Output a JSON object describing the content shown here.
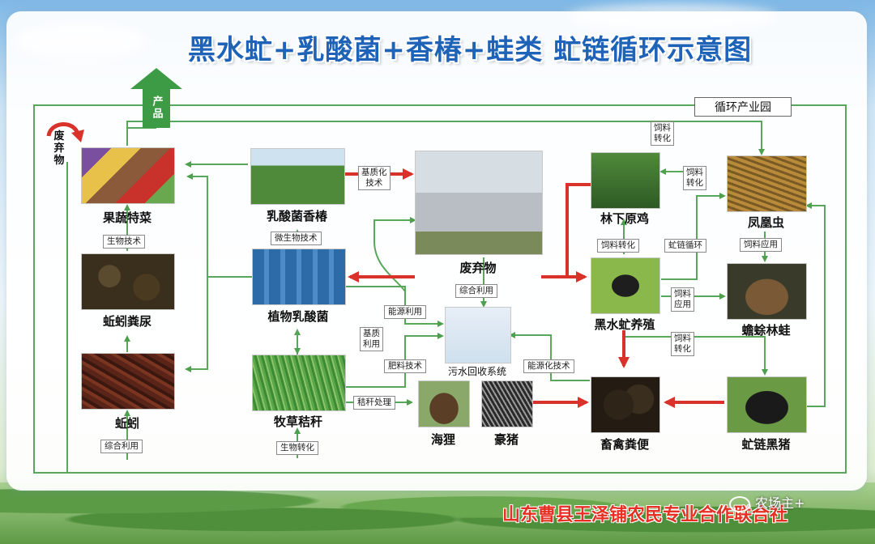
{
  "title": "黑水虻+乳酸菌+香椿+蛙类 虻链循环示意图",
  "product_label": "产品",
  "waste_label": "废弃物",
  "park_label": "循环产业园",
  "footer": "山东曹县王泽铺农民专业合作联合社",
  "watermark": "农场主+",
  "nodes": {
    "fruit": "果蔬特菜",
    "earthworm_manure": "蚯蚓粪尿",
    "earthworm": "蚯蚓",
    "toona": "乳酸菌香椿",
    "lactobacillus": "植物乳酸菌",
    "straw": "牧草秸秆",
    "waste": "废弃物",
    "sewage": "污水回收系统",
    "beaver": "海狸",
    "porcupine": "豪猪",
    "manure": "畜禽粪便",
    "chicken": "林下原鸡",
    "bsf": "黑水虻养殖",
    "mealworm": "凤凰虫",
    "frog": "蟾蜍林蛙",
    "pig": "虻链黑猪"
  },
  "edge_labels": {
    "bio_tech": "生物技术",
    "comprehensive_left": "综合利用",
    "microbe_tech": "微生物技术",
    "bio_transform": "生物转化",
    "matrix_tech": [
      "基质化",
      "技术"
    ],
    "comprehensive_mid": "综合利用",
    "energy_use": "能源利用",
    "matrix_use": [
      "基质",
      "利用"
    ],
    "fertilizer_tech": "肥料技术",
    "straw_process": "秸秆处理",
    "energy_tech": "能源化技术",
    "feed_top": [
      "饲料",
      "转化"
    ],
    "feed_chicken": [
      "饲料",
      "转化"
    ],
    "feed_transform_mid": "饲料转化",
    "chain_cycle": "虻链循环",
    "feed_application": "饲料应用",
    "feed_frog": [
      "饲料",
      "应用"
    ],
    "feed_pig": [
      "饲料",
      "转化"
    ]
  }
}
